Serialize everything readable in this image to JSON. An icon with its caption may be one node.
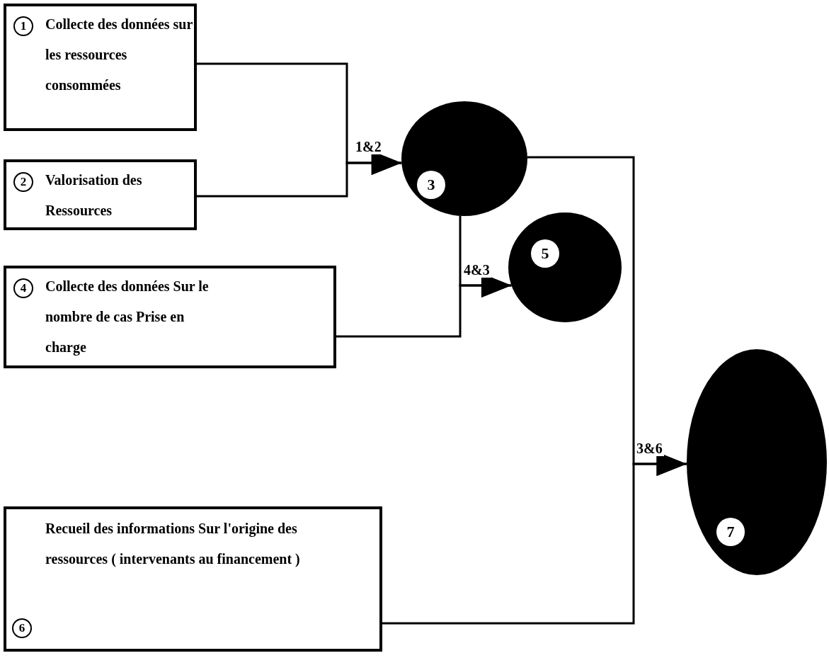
{
  "diagram": {
    "nodes": [
      {
        "text": [
          "1",
          "Collecte des données sur les ressources consommées"
        ]
      },
      {
        "text": [
          "2",
          "Valorisation des Ressources"
        ]
      },
      {
        "text": [
          "3"
        ]
      },
      {
        "text": [
          "4",
          "Collecte des données Sur le nombre de cas Prise en charge"
        ]
      },
      {
        "text": [
          "5"
        ]
      },
      {
        "text": [
          "Recueil des informations Sur l'origine des ressources ( intervenants au financement )",
          "6"
        ]
      },
      {
        "text": [
          "7"
        ]
      }
    ],
    "edges": [
      {
        "from": 0,
        "to": 2,
        "arrow": "to",
        "label": "1&2"
      },
      {
        "from": 1,
        "to": 2,
        "arrow": "to"
      },
      {
        "from": 2,
        "to": 4,
        "arrow": "to",
        "label": "4&3"
      },
      {
        "from": 3,
        "to": 4,
        "arrow": "to"
      },
      {
        "from": 2,
        "to": 6,
        "arrow": "to",
        "label": "3&6"
      },
      {
        "from": 5,
        "to": 6,
        "arrow": "to"
      }
    ]
  }
}
